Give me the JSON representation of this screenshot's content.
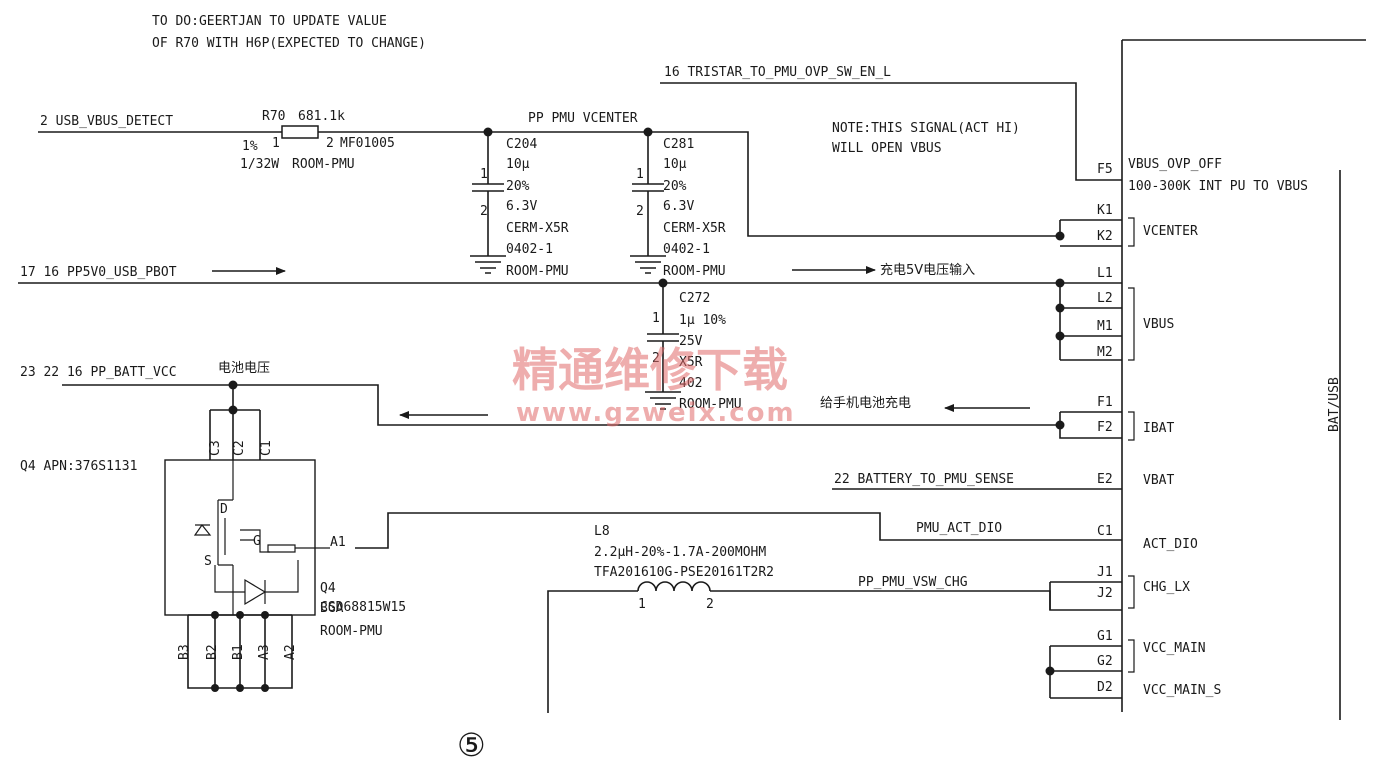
{
  "note_todo": [
    "TO DO:GEERTJAN TO UPDATE VALUE",
    "OF R70 WITH H6P(EXPECTED TO CHANGE)"
  ],
  "note_ovp": [
    "NOTE:THIS SIGNAL(ACT HI)",
    "WILL OPEN VBUS"
  ],
  "nets": {
    "usb_vbus_detect": "2 USB_VBUS_DETECT",
    "pp_pmu_vcenter": "PP PMU VCENTER",
    "tristar_ovp": "16 TRISTAR_TO_PMU_OVP_SW_EN_L",
    "pp5v0_usb": "17 16 PP5V0_USB_PBOT",
    "pp_batt_vcc": "23 22 16 PP_BATT_VCC",
    "battery_sense": "22 BATTERY_TO_PMU_SENSE",
    "pmu_act_dio": "PMU_ACT_DIO",
    "pp_pmu_vsw": "PP_PMU_VSW_CHG"
  },
  "annotations": {
    "charge_5v_input": "充电5V电压输入",
    "battery_voltage": "电池电压",
    "charge_phone_battery": "给手机电池充电",
    "page_number": "⑤"
  },
  "r70": {
    "ref": "R70",
    "value": "681.1k",
    "pin1": "1",
    "pin2": "2",
    "tol": "1%",
    "pkg": "MF01005",
    "power": "1/32W",
    "room": "ROOM-PMU"
  },
  "c204": {
    "pin1": "1",
    "pin2": "2",
    "lines": [
      "C204",
      "10µ",
      "20%",
      "6.3V",
      "CERM-X5R",
      "0402-1",
      "ROOM-PMU"
    ]
  },
  "c281": {
    "pin1": "1",
    "pin2": "2",
    "lines": [
      "C281",
      "10µ",
      "20%",
      "6.3V",
      "CERM-X5R",
      "0402-1",
      "ROOM-PMU"
    ]
  },
  "c272": {
    "pin1": "1",
    "pin2": "2",
    "lines": [
      "C272",
      "1µ 10%",
      "25V",
      "X5R",
      "402",
      "ROOM-PMU"
    ]
  },
  "q4": {
    "apn": "Q4 APN:376S1131",
    "lines": [
      "Q4",
      "CSD68815W15",
      "BGA",
      "ROOM-PMU"
    ],
    "pin_gate": "A1",
    "top_pins": [
      "C3",
      "C2",
      "C1"
    ],
    "bottom_pins": [
      "B3",
      "B2",
      "B1",
      "A3",
      "A2"
    ],
    "d": "D",
    "s": "S",
    "g": "G"
  },
  "l8": {
    "ref": "L8",
    "spec": "2.2µH-20%-1.7A-200MOHM",
    "part": "TFA201610G-PSE20161T2R2",
    "pin1": "1",
    "pin2": "2"
  },
  "pmu": {
    "block_label": "BAT/USB",
    "pins": [
      {
        "pin": "F5",
        "name": "VBUS_OVP_OFF"
      },
      {
        "pin": "K1",
        "name": ""
      },
      {
        "pin": "K2",
        "name": ""
      },
      {
        "pin": "L1",
        "name": ""
      },
      {
        "pin": "L2",
        "name": ""
      },
      {
        "pin": "M1",
        "name": ""
      },
      {
        "pin": "M2",
        "name": ""
      },
      {
        "pin": "F1",
        "name": ""
      },
      {
        "pin": "F2",
        "name": ""
      },
      {
        "pin": "E2",
        "name": "VBAT"
      },
      {
        "pin": "C1",
        "name": "ACT_DIO"
      },
      {
        "pin": "J1",
        "name": ""
      },
      {
        "pin": "J2",
        "name": ""
      },
      {
        "pin": "G1",
        "name": ""
      },
      {
        "pin": "G2",
        "name": "VCC_MAIN"
      },
      {
        "pin": "D2",
        "name": "VCC_MAIN_S"
      }
    ],
    "f5_note": "100-300K INT PU TO VBUS",
    "groups": [
      "VCENTER",
      "VBUS",
      "IBAT",
      "CHG_LX"
    ]
  },
  "watermark": {
    "cn": "精通维修下载",
    "url": "www.gzweix.com"
  }
}
